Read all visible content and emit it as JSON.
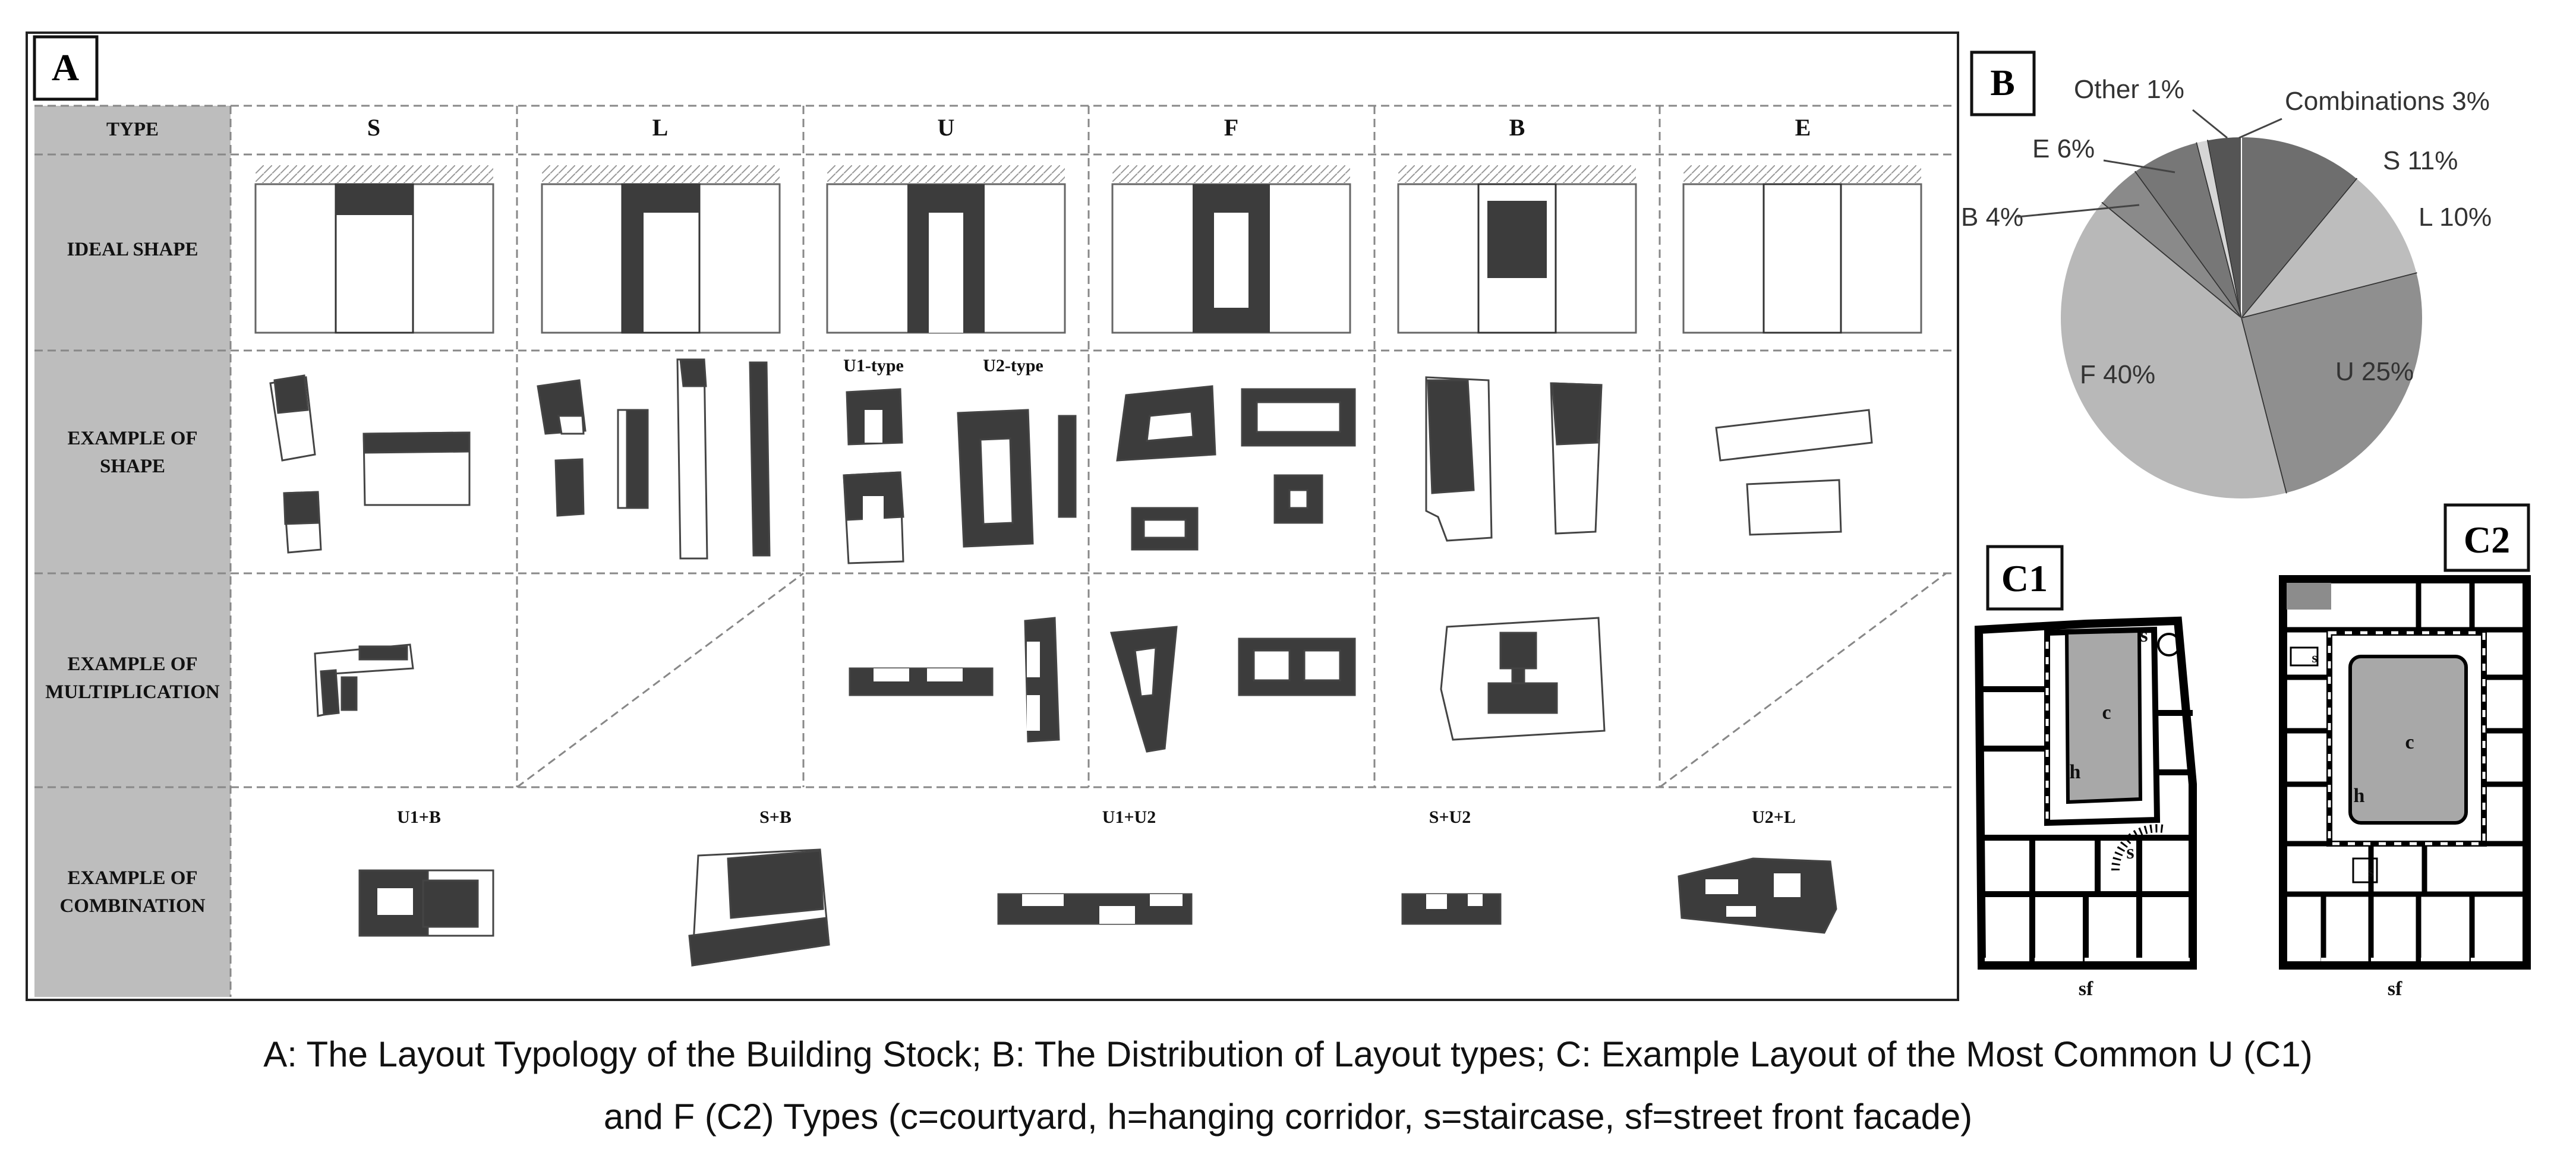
{
  "panel_a": {
    "label": "A",
    "row_headers": {
      "type": "TYPE",
      "ideal_shape": "IDEAL SHAPE",
      "example_shape_1": "EXAMPLE OF",
      "example_shape_2": "SHAPE",
      "example_mult_1": "EXAMPLE OF",
      "example_mult_2": "MULTIPLICATION",
      "example_comb_1": "EXAMPLE OF",
      "example_comb_2": "COMBINATION"
    },
    "types": [
      "S",
      "L",
      "U",
      "F",
      "B",
      "E"
    ],
    "u_subtypes": [
      "U1-type",
      "U2-type"
    ],
    "combinations": [
      "U1+B",
      "S+B",
      "U1+U2",
      "S+U2",
      "U2+L"
    ]
  },
  "panel_b": {
    "label": "B",
    "chart_data": {
      "type": "pie",
      "slices": [
        {
          "label": "S 11%",
          "value": 11,
          "color": "#6e6e6e"
        },
        {
          "label": "L 10%",
          "value": 10,
          "color": "#bdbdbd"
        },
        {
          "label": "U 25%",
          "value": 25,
          "color": "#8f8f8f"
        },
        {
          "label": "F 40%",
          "value": 40,
          "color": "#b8b8b8"
        },
        {
          "label": "B 4%",
          "value": 4,
          "color": "#8a8a8a"
        },
        {
          "label": "E 6%",
          "value": 6,
          "color": "#777777"
        },
        {
          "label": "Other 1%",
          "value": 1,
          "color": "#d6d6d6"
        },
        {
          "label": "Combinations 3%",
          "value": 3,
          "color": "#555555"
        }
      ]
    }
  },
  "panel_c1": {
    "label": "C1",
    "courtyard": "c",
    "corridor": "h",
    "staircase": "s",
    "facade": "sf"
  },
  "panel_c2": {
    "label": "C2",
    "courtyard": "c",
    "corridor": "h",
    "staircase": "s",
    "facade": "sf"
  },
  "caption": {
    "line1": "A: The Layout Typology of the Building Stock; B: The Distribution of Layout types; C:    Example Layout of the Most Common U (C1)",
    "line2": "and F (C2)  Types (c=courtyard, h=hanging corridor, s=staircase, sf=street front facade)"
  }
}
